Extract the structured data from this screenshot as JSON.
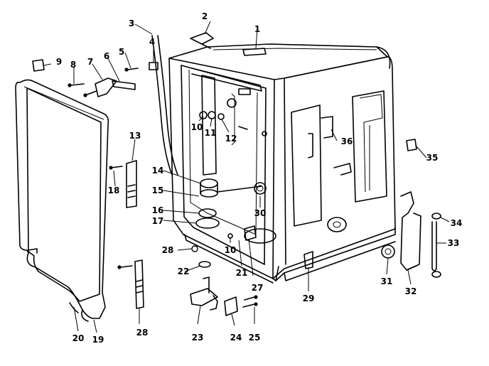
{
  "labels": {
    "p1": "1",
    "p2": "2",
    "p3": "3",
    "p4": "4",
    "p5": "5",
    "p6": "6",
    "p7": "7",
    "p8": "8",
    "p9": "9",
    "p10a": "10",
    "p10b": "10",
    "p11": "11",
    "p12": "12",
    "p13": "13",
    "p14": "14",
    "p15": "15",
    "p16": "16",
    "p17": "17",
    "p18": "18",
    "p19": "19",
    "p20": "20",
    "p21": "21",
    "p22": "22",
    "p23": "23",
    "p24": "24",
    "p25": "25",
    "p27": "27",
    "p28a": "28",
    "p28b": "28",
    "p29": "29",
    "p30": "30",
    "p31": "31",
    "p32": "32",
    "p33": "33",
    "p34": "34",
    "p35": "35",
    "p36": "36"
  }
}
